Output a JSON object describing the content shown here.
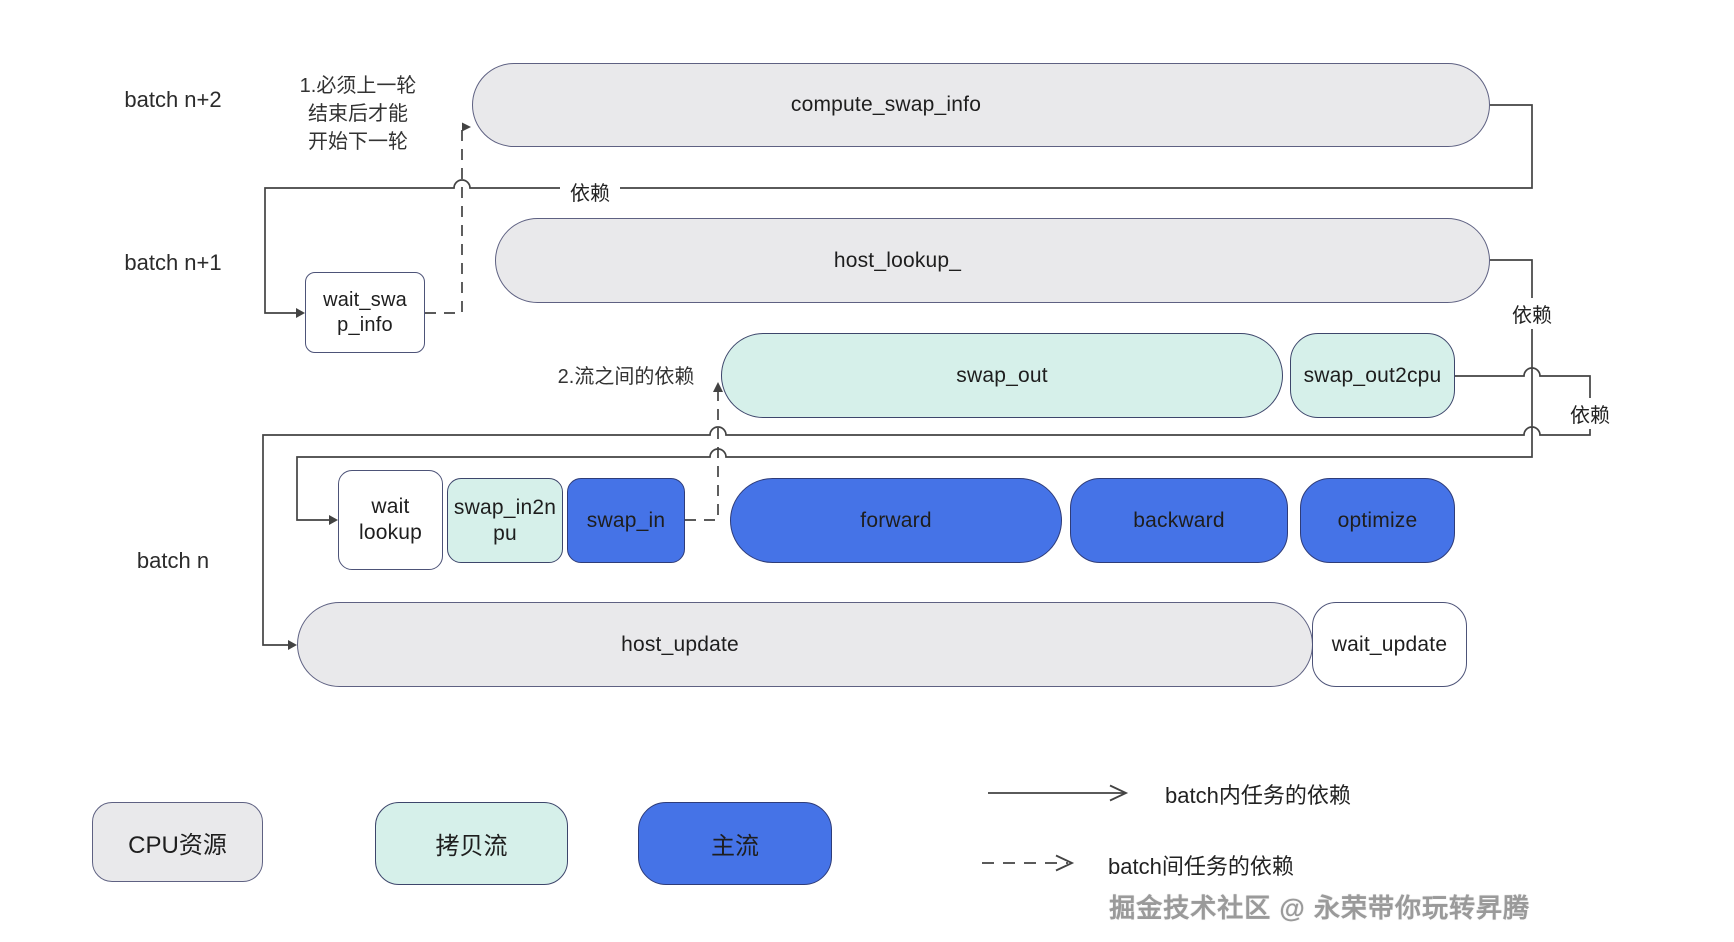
{
  "batches": {
    "n_plus_2": "batch n+2",
    "n_plus_1": "batch n+1",
    "n": "batch n"
  },
  "notes": {
    "note1": "1.必须上一轮\n结束后才能\n开始下一轮",
    "note2": "2.流之间的依赖"
  },
  "dep_label": "依赖",
  "nodes": {
    "compute_swap_info": "compute_swap_info",
    "host_lookup": "host_lookup_",
    "wait_swap_info": "wait_swa\np_info",
    "swap_out": "swap_out",
    "swap_out2cpu": "swap_out2cpu",
    "wait_lookup": "wait\nlookup",
    "swap_in2npu": "swap_in2n\npu",
    "swap_in": "swap_in",
    "forward": "forward",
    "backward": "backward",
    "optimize": "optimize",
    "host_update": "host_update",
    "wait_update": "wait_update"
  },
  "legend": {
    "items": [
      {
        "label": "CPU资源",
        "color": "#e9e9eb"
      },
      {
        "label": "拷贝流",
        "color": "#d6f0ea"
      },
      {
        "label": "主流",
        "color": "#4573e7"
      }
    ],
    "arrows": [
      {
        "style": "solid",
        "label": "batch内任务的依赖"
      },
      {
        "style": "dashed",
        "label": "batch间任务的依赖"
      }
    ]
  },
  "watermark": "掘金技术社区 @ 永荣带你玩转昇腾",
  "colors": {
    "cpu_fill": "#e9e9eb",
    "copy_stream_fill": "#d6f0ea",
    "main_stream_fill": "#4573e7",
    "node_border": "#4d5378",
    "line": "#434343",
    "text": "#1e1e1e",
    "watermark": "#9a9a9a"
  }
}
